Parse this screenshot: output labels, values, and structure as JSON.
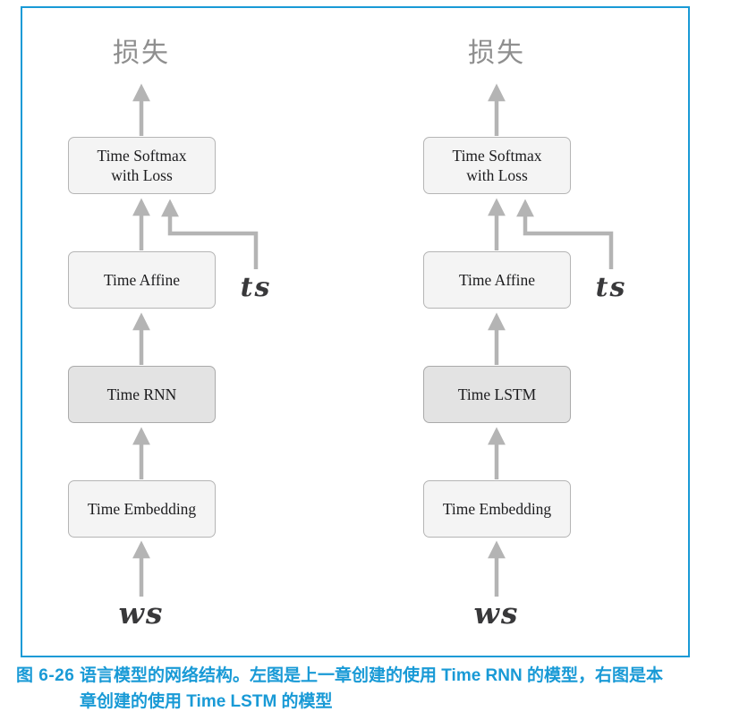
{
  "figure": {
    "colors": {
      "frame_blue": "#199ad6",
      "arrow_gray": "#b4b4b4",
      "box_fill_light": "#f4f4f4",
      "box_fill_dark": "#e3e3e3",
      "loss_text_gray": "#8f8f8f"
    },
    "diagrams": [
      {
        "loss_label": "损失",
        "boxes": [
          {
            "label": "Time Softmax\nwith Loss"
          },
          {
            "label": "Time Affine"
          },
          {
            "label": "Time RNN"
          },
          {
            "label": "Time Embedding"
          }
        ],
        "input_label": "ws",
        "target_label": "ts"
      },
      {
        "loss_label": "损失",
        "boxes": [
          {
            "label": "Time Softmax\nwith Loss"
          },
          {
            "label": "Time Affine"
          },
          {
            "label": "Time LSTM"
          },
          {
            "label": "Time Embedding"
          }
        ],
        "input_label": "ws",
        "target_label": "ts"
      }
    ],
    "caption": {
      "label": "图 6-26",
      "line1": "语言模型的网络结构。左图是上一章创建的使用 Time RNN 的模型，右图是本",
      "line2": "章创建的使用 Time LSTM 的模型"
    }
  }
}
